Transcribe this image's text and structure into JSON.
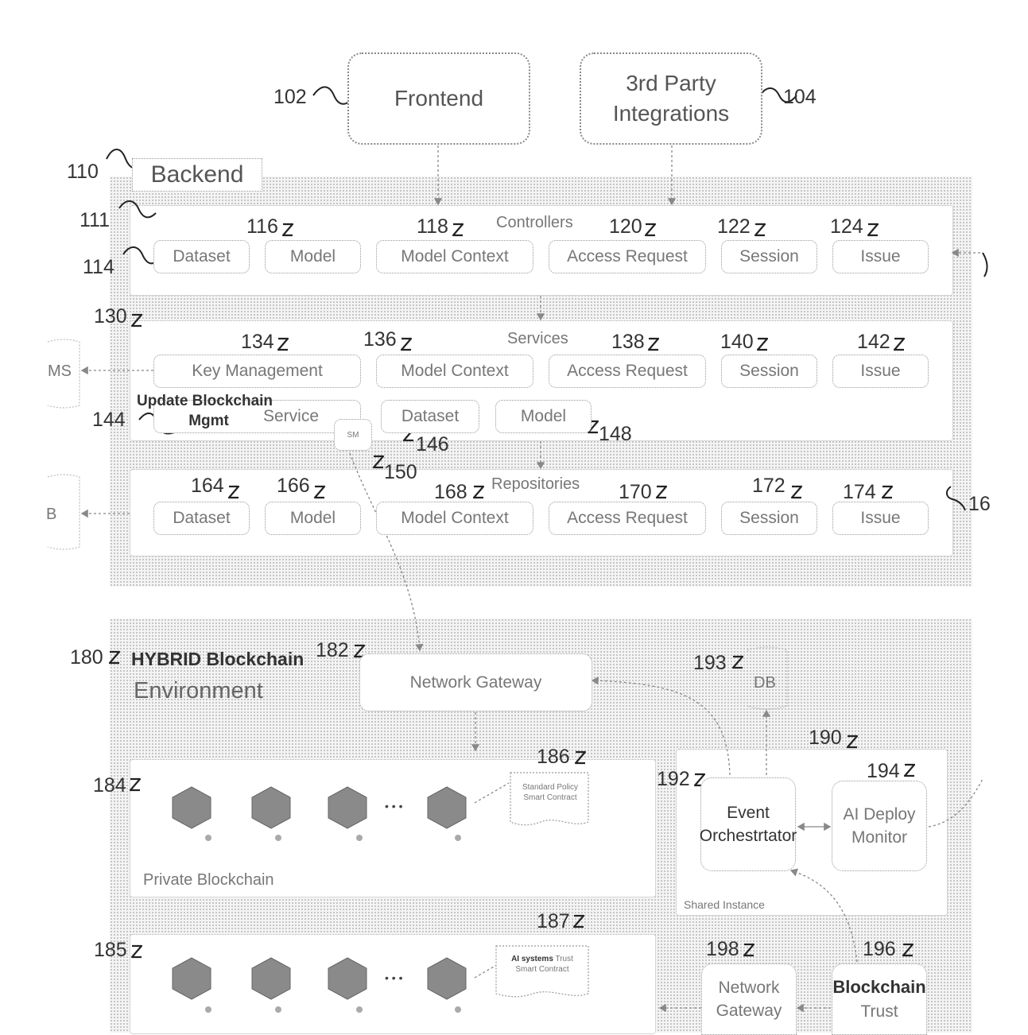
{
  "top": {
    "frontend": {
      "ref": "102",
      "label": "Frontend"
    },
    "third_party": {
      "ref": "104",
      "label_line1": "3rd Party",
      "label_line2": "Integrations"
    }
  },
  "backend": {
    "ref": "110",
    "title": "Backend",
    "ref_111": "111",
    "ref_114": "114",
    "controllers": {
      "title": "Controllers",
      "items": [
        {
          "ref": "",
          "label": "Dataset"
        },
        {
          "ref": "116",
          "label": "Model"
        },
        {
          "ref": "118",
          "label": "Model Context"
        },
        {
          "ref": "120",
          "label": "Access Request"
        },
        {
          "ref": "122",
          "label": "Session"
        },
        {
          "ref": "124",
          "label": "Issue"
        }
      ]
    },
    "services": {
      "ref": "130",
      "title": "Services",
      "items": [
        {
          "ref": "134",
          "label": "Key Management"
        },
        {
          "ref": "136",
          "label": "Model Context"
        },
        {
          "ref": "138",
          "label": "Access Request"
        },
        {
          "ref": "140",
          "label": "Session"
        },
        {
          "ref": "142",
          "label": "Issue"
        }
      ],
      "update_blockchain": {
        "ref": "144",
        "line1": "Update Blockchain",
        "line2": "Mgmt",
        "service": "Service"
      },
      "dataset": {
        "ref": "146",
        "label": "Dataset"
      },
      "model": {
        "ref": "148",
        "label": "Model"
      },
      "small_box": {
        "ref": "150",
        "label": "SM"
      }
    },
    "repositories": {
      "title": "Repositories",
      "ref_right": "16",
      "items": [
        {
          "ref": "164",
          "label": "Dataset"
        },
        {
          "ref": "166",
          "label": "Model"
        },
        {
          "ref": "168",
          "label": "Model Context"
        },
        {
          "ref": "170",
          "label": "Access Request"
        },
        {
          "ref": "172",
          "label": "Session"
        },
        {
          "ref": "174",
          "label": "Issue"
        }
      ]
    },
    "left_kms": "MS",
    "left_db": "B"
  },
  "hybrid": {
    "ref": "180",
    "title_line1": "HYBRID Blockchain",
    "title_line2": "Environment",
    "network_gateway": {
      "ref": "182",
      "label": "Network Gateway"
    },
    "db": {
      "ref": "193",
      "label": "DB"
    },
    "private_chain": {
      "ref": "184",
      "label": "Private Blockchain",
      "ellipsis": "• • •"
    },
    "contract_186": {
      "ref": "186",
      "line1": "Standard Policy",
      "line2": "Smart Contract"
    },
    "chain_185": {
      "ref": "185",
      "ellipsis": "• • •"
    },
    "contract_187": {
      "ref": "187",
      "line1_bold": "AI systems",
      "line1_rest": " Trust",
      "line2": "Smart Contract"
    },
    "shared": {
      "ref": "190",
      "label": "Shared Instance",
      "event": {
        "ref": "192",
        "line1": "Event",
        "line2": "Orchestrtator"
      },
      "monitor": {
        "ref": "194",
        "line1": "AI Deploy",
        "line2": "Monitor"
      }
    },
    "gateway_198": {
      "ref": "198",
      "line1": "Network",
      "line2": "Gateway"
    },
    "trust_196": {
      "ref": "196",
      "line1": "Blockchain",
      "line2": "Trust"
    }
  }
}
